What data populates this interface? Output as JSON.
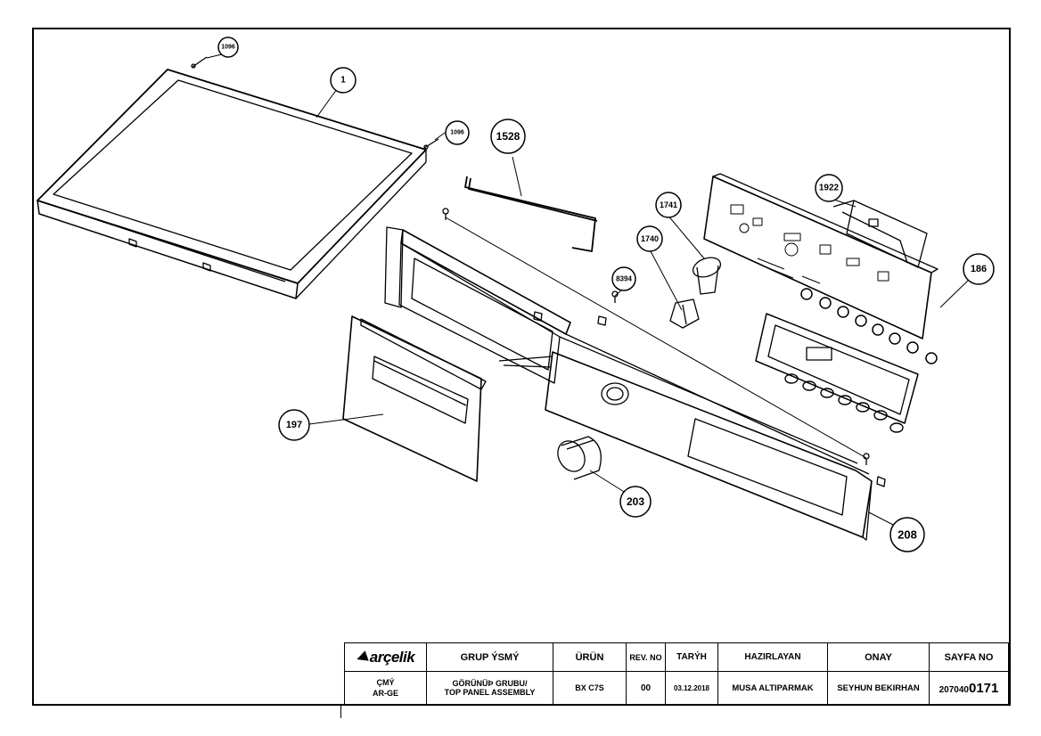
{
  "callouts": {
    "c1096a": "1096",
    "c1": "1",
    "c1096b": "1096",
    "c1528": "1528",
    "c1922": "1922",
    "c1741": "1741",
    "c1740": "1740",
    "c8394": "8394",
    "c186": "186",
    "c197": "197",
    "c203": "203",
    "c208": "208"
  },
  "title_block": {
    "brand": "arçelik",
    "headers": {
      "group_name": "GRUP ÝSMÝ",
      "product": "ÜRÜN",
      "rev_no": "REV. NO",
      "date": "TARÝH",
      "prepared_by": "HAZIRLAYAN",
      "approval": "ONAY",
      "page_no": "SAYFA NO"
    },
    "values": {
      "department_line1": "ÇMÝ",
      "department_line2": "AR-GE",
      "group_name_line1": "GÖRÜNÜÞ GRUBU/",
      "group_name_line2": "TOP PANEL ASSEMBLY",
      "product": "BX C7S",
      "rev_no": "00",
      "date": "03.12.2018",
      "prepared_by": "MUSA ALTIPARMAK",
      "approval": "SEYHUN BEKIRHAN",
      "page_no_prefix": "207040",
      "page_no_suffix": "0171"
    }
  }
}
